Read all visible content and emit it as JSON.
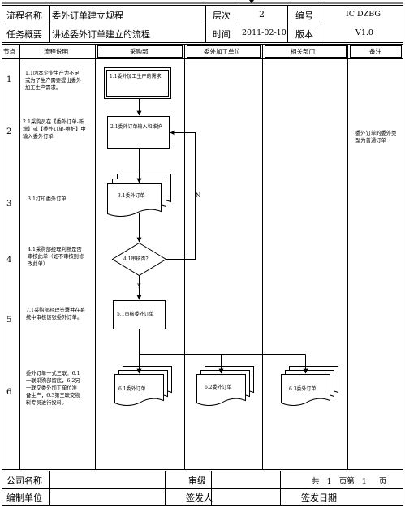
{
  "header": {
    "process_name_label": "流程名称",
    "process_name_value": "委外订单建立规程",
    "level_label": "层次",
    "level_value": "2",
    "code_label": "编号",
    "code_value": "IC DZBG",
    "summary_label": "任务概要",
    "summary_value": "讲述委外订单建立的流程",
    "time_label": "时间",
    "time_value": "2011-02-10",
    "version_label": "版本",
    "version_value": "V1.0"
  },
  "columns": {
    "node": "节点",
    "description": "流程说明",
    "purchasing": "采购部",
    "subcontractor": "委外加工单位",
    "related": "相关部门",
    "remarks": "备注"
  },
  "rows": [
    {
      "node": "1",
      "description": "1.1因本企业生产力不足或为了生产需要提出委外加工生产需求。"
    },
    {
      "node": "2",
      "description": "2.1采购员在【委外订单-新增】或【委外订单-维护】中输入委外订单"
    },
    {
      "node": "3",
      "description": "3.1打印委外订单"
    },
    {
      "node": "4",
      "description": "4.1采购部经理判断是否审核此单（如不审核则修改此单）"
    },
    {
      "node": "5",
      "description": "7.1采购部经理签署并在系统中审核该张委外订单。"
    },
    {
      "node": "6",
      "description": "委外订单一式三联：6.1一联采购部留底，6.2另一联交委外加工单位准备生产，6.3第三联交物料专员进行投料。"
    }
  ],
  "flow": {
    "step_1": "1.1委外加工生产的需求",
    "step_2": "2.1委外订单输入和维护",
    "step_3": "3.1委外订单",
    "step_4": "4.1审核否？",
    "step_5": "5.1审核委外订单",
    "step_6_1": "6.1委外订单",
    "step_6_2": "6.2委外订单",
    "step_6_3": "6.3委外订单",
    "no_label": "N",
    "yes_label": "Y"
  },
  "remarks_text": "委外订单的委外类型为普通订单",
  "footer": {
    "company_label": "公司名称",
    "approve_label": "审级",
    "page_total_prefix": "共",
    "page_total": "1",
    "page_mid": "页第",
    "page_current": "1",
    "page_suffix": "页",
    "compiler_label": "编制单位",
    "issuer_label": "签发人",
    "issue_date_label": "签发日期"
  }
}
